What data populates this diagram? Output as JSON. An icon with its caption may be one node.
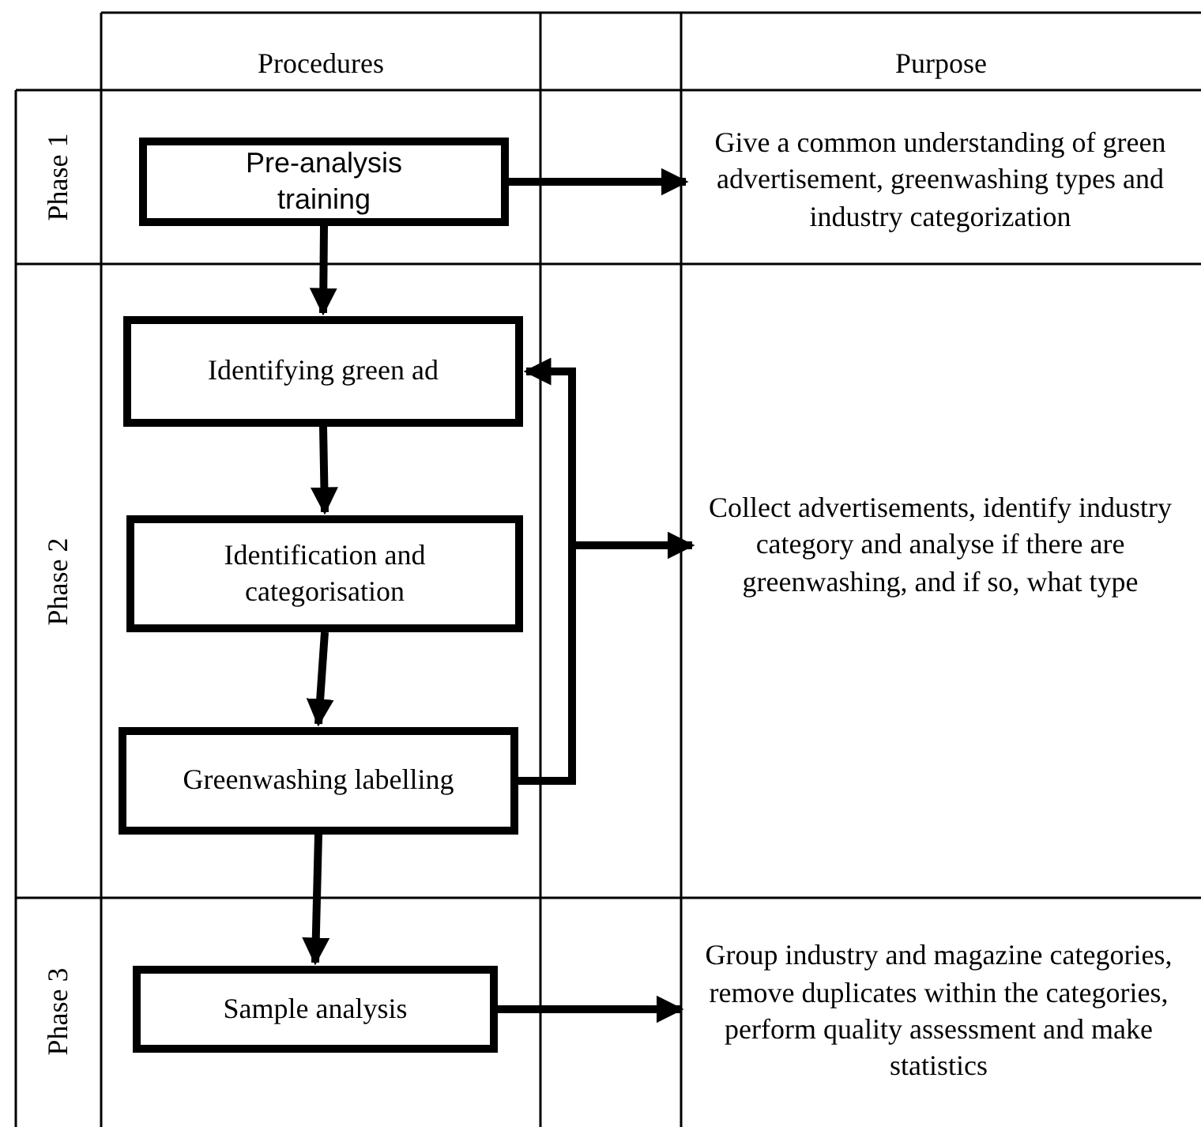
{
  "diagram": {
    "nodes": [
      {
        "text": [
          "Pre-analysis training"
        ]
      },
      {
        "text": [
          "Give a common understanding of green advertisement, greenwashing types and industry categorization"
        ]
      },
      {
        "text": [
          "Identifying green ad"
        ]
      },
      {
        "text": [
          "Identification and categorisation"
        ]
      },
      {
        "text": [
          "Greenwashing labelling"
        ]
      },
      {
        "text": [
          "Collect advertisements, identify industry category and analyse if there are greenwashing, and if so, what type"
        ]
      },
      {
        "text": [
          "Sample analysis"
        ]
      },
      {
        "text": [
          "Group industry and magazine categories, remove duplicates within the categories, perform quality assessment and make statistics"
        ]
      }
    ],
    "edges": [
      {
        "from": 0,
        "to": 1,
        "arrow": "to"
      },
      {
        "from": 0,
        "to": 2,
        "arrow": "to"
      },
      {
        "from": 2,
        "to": 3,
        "arrow": "to"
      },
      {
        "from": 3,
        "to": 4,
        "arrow": "to"
      },
      {
        "from": 4,
        "to": 2,
        "arrow": "to"
      },
      {
        "from": 4,
        "to": 5,
        "arrow": "to"
      },
      {
        "from": 4,
        "to": 6,
        "arrow": "to"
      },
      {
        "from": 6,
        "to": 7,
        "arrow": "to"
      }
    ],
    "labels": [
      "Procedures",
      "Purpose",
      "Phase 1",
      "Phase 2",
      "Phase 3"
    ]
  }
}
